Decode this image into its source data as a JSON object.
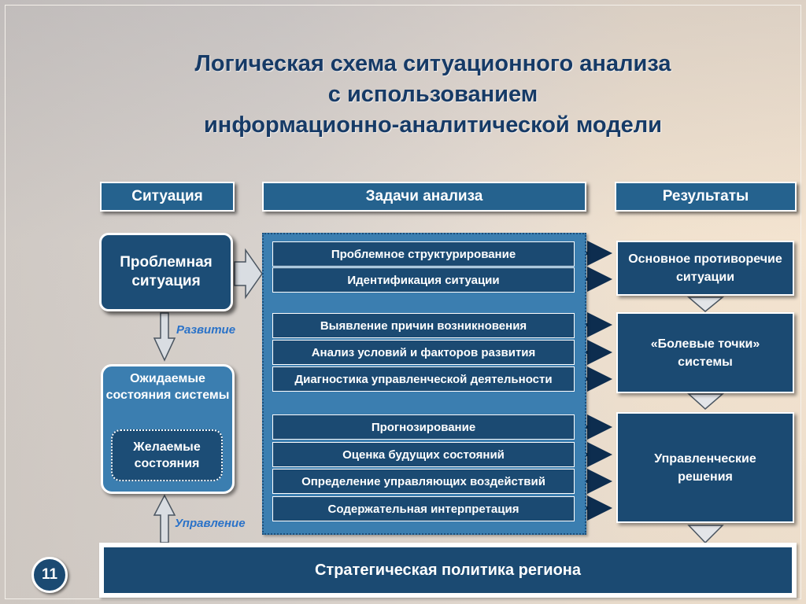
{
  "title": {
    "line1": "Логическая схема ситуационного анализа",
    "line2": "с использованием",
    "line3": "информационно-аналитической модели"
  },
  "headers": {
    "situation": "Ситуация",
    "tasks": "Задачи анализа",
    "results": "Результаты"
  },
  "situation": {
    "problem": "Проблемная ситуация",
    "development_label": "Развитие",
    "expected": "Ожидаемые состояния системы",
    "desired": "Желаемые состояния",
    "control_label": "Управление"
  },
  "tasks": {
    "group1": [
      "Проблемное структурирование",
      "Идентификация ситуации"
    ],
    "group2": [
      "Выявление причин возникновения",
      "Анализ условий и факторов развития",
      "Диагностика управленческой деятельности"
    ],
    "group3": [
      "Прогнозирование",
      "Оценка будущих состояний",
      "Определение управляющих воздействий",
      "Содержательная интерпретация"
    ]
  },
  "results": {
    "r1": "Основное противоречие ситуации",
    "r2": "«Болевые точки» системы",
    "r3": "Управленческие решения"
  },
  "strategy": "Стратегическая политика региона",
  "page_number": "11",
  "colors": {
    "dark_blue": "#1b4a72",
    "mid_blue": "#25628e",
    "panel_blue": "#3b7eb0",
    "title_color": "#163a66",
    "label_color": "#2a72c8"
  }
}
